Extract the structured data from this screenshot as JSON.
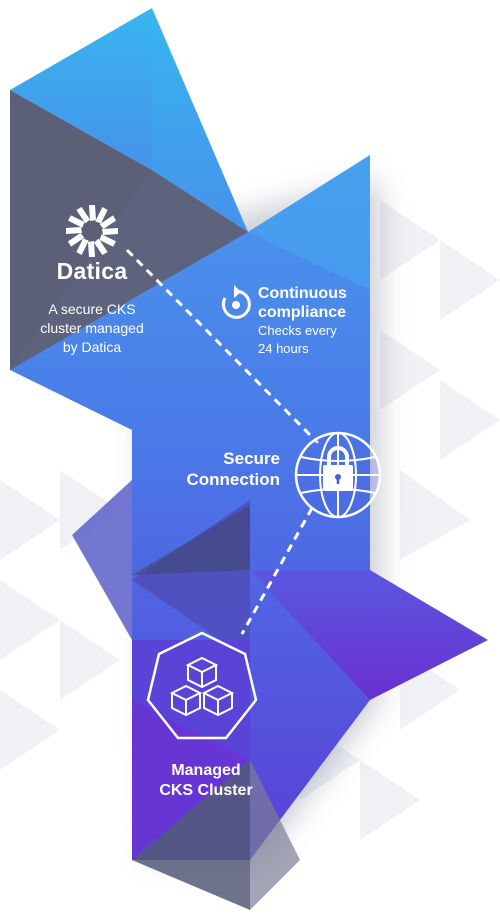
{
  "brand": {
    "name": "Datica",
    "description_lines": [
      "A secure CKS",
      "cluster managed",
      "by Datica"
    ],
    "icon": "datica-pinwheel-logo"
  },
  "compliance": {
    "title_lines": [
      "Continuous",
      "compliance"
    ],
    "subtitle_lines": [
      "Checks every",
      "24 hours"
    ],
    "icon": "refresh-cycle-icon"
  },
  "connection": {
    "label_lines": [
      "Secure",
      "Connection"
    ],
    "icon": "globe-lock-icon"
  },
  "cluster": {
    "label_lines": [
      "Managed",
      "CKS Cluster"
    ],
    "icon": "heptagon-cubes-icon"
  },
  "colors": {
    "sky_blue": "#3ab0ee",
    "mid_blue": "#4a86ec",
    "violet": "#5b3fd8",
    "slate": "#5b6078",
    "text": "#ffffff"
  }
}
